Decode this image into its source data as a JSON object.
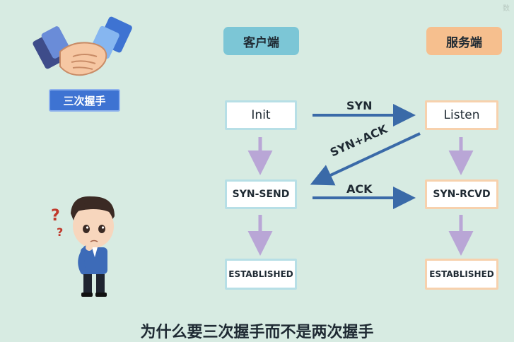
{
  "client": {
    "header": "客户端",
    "states": [
      "Init",
      "SYN-SEND",
      "ESTABLISHED"
    ]
  },
  "server": {
    "header": "服务端",
    "states": [
      "Listen",
      "SYN-RCVD",
      "ESTABLISHED"
    ]
  },
  "messages": {
    "syn": "SYN",
    "syn_ack": "SYN+ACK",
    "ack": "ACK"
  },
  "tag": "三次握手",
  "subtitle": "为什么要三次握手而不是两次握手",
  "corner_mark": "数",
  "colors": {
    "background": "#d7ebe2",
    "client_header": "#7cc6d6",
    "server_header": "#f6bf8e",
    "arrow": "#3a6aa8",
    "state_arrow": "#b9a6d6",
    "tag": "#3e73d2"
  },
  "icons": [
    "handshake-icon",
    "thinking-man-illustration",
    "question-mark-icon"
  ]
}
